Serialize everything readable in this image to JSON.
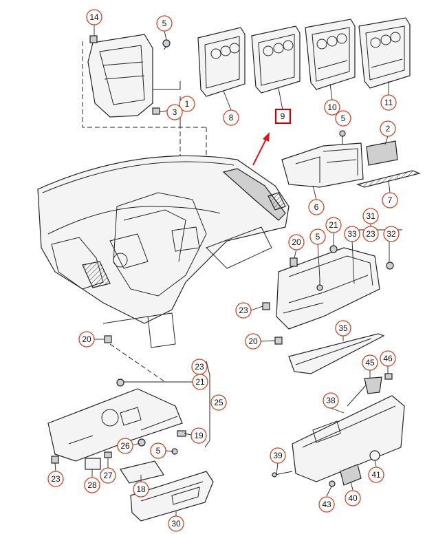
{
  "callouts": {
    "c14": "14",
    "c5a": "5",
    "c1": "1",
    "c3": "3",
    "c8": "8",
    "c9": "9",
    "c10": "10",
    "c11": "11",
    "c5b": "5",
    "c2": "2",
    "c6": "6",
    "c7": "7",
    "c31": "31",
    "c21a": "21",
    "c23a": "23",
    "c33": "33",
    "c32": "32",
    "c5c": "5",
    "c20a": "20",
    "c23b": "23",
    "c20b": "20",
    "c20c": "20",
    "c35": "35",
    "c45": "45",
    "c46": "46",
    "c23c": "23",
    "c21b": "21",
    "c25": "25",
    "c19": "19",
    "c26": "26",
    "c5d": "5",
    "c23d": "23",
    "c27": "27",
    "c28": "28",
    "c18": "18",
    "c30": "30",
    "c38": "38",
    "c39": "39",
    "c41": "41",
    "c43": "43",
    "c40": "40"
  },
  "colors": {
    "callout_ring": "#d2431f",
    "highlight": "#d40000",
    "arrow": "#e0101a"
  }
}
